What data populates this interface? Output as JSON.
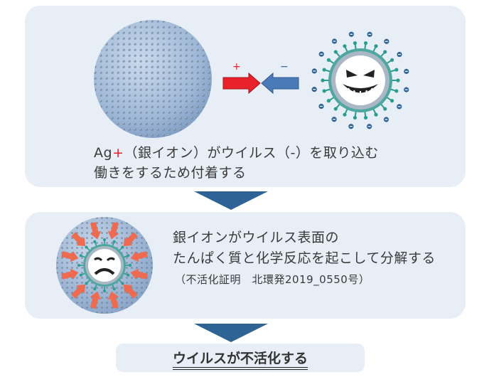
{
  "panel1": {
    "line1_prefix": "Ag",
    "line1_plus": "+",
    "line1_rest": "（銀イオン）がウイルス（-）を取り込む",
    "line2": "働きをするため付着する",
    "plus_sign": "+",
    "minus_sign": "−"
  },
  "panel2": {
    "line1": "銀イオンがウイルス表面の",
    "line2": "たんぱく質と化学反応を起こして分解する",
    "note": "（不活化証明　北環発2019_0550号）"
  },
  "result": {
    "text": "ウイルスが不活化する"
  },
  "colors": {
    "panel_bg": "#e7eef6",
    "arrow_blue": "#2e6395",
    "plus_red": "#e8212a",
    "virus_spike": "#2a9d8f",
    "silver_sphere": "#9fb8d8"
  },
  "icons": [
    "silver-sphere-icon",
    "virus-icon",
    "attraction-arrows-icon",
    "virus-decomposition-icon"
  ]
}
